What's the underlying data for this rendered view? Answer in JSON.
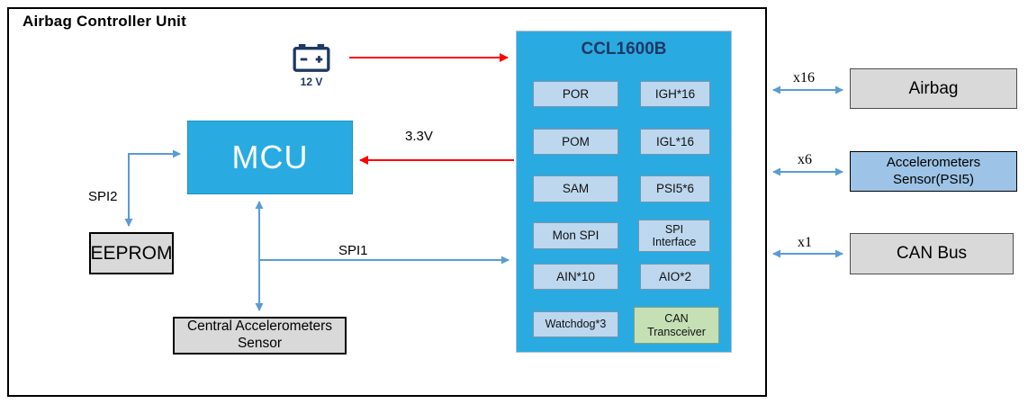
{
  "title": "Airbag Controller Unit",
  "battery": {
    "icon": "battery-icon",
    "label": "12 V"
  },
  "mcu": {
    "label": "MCU"
  },
  "eeprom": {
    "label": "EEPROM"
  },
  "central_sensor": {
    "label": "Central Accelerometers Sensor"
  },
  "ccl": {
    "title": "CCL1600B",
    "blocks": [
      {
        "label": "POR"
      },
      {
        "label": "IGH*16"
      },
      {
        "label": "POM"
      },
      {
        "label": "IGL*16"
      },
      {
        "label": "SAM"
      },
      {
        "label": "PSI5*6"
      },
      {
        "label": "Mon SPI"
      },
      {
        "label": "SPI Interface"
      },
      {
        "label": "AIN*10"
      },
      {
        "label": "AIO*2"
      },
      {
        "label": "Watchdog*3"
      },
      {
        "label": "CAN Transceiver"
      }
    ]
  },
  "wires": {
    "spi2": "SPI2",
    "spi1": "SPI1",
    "v33": "3.3V"
  },
  "external": [
    {
      "count": "x16",
      "label": "Airbag"
    },
    {
      "count": "x6",
      "label": "Accelerometers Sensor(PSI5)"
    },
    {
      "count": "x1",
      "label": "CAN Bus"
    }
  ],
  "colors": {
    "chip_cyan": "#29abe2",
    "inner_blue": "#bdd7ee",
    "can_green": "#c5e0b4",
    "box_gray": "#d9d9d9",
    "accel_blue": "#9dc3e6",
    "arrow_blue": "#5b9bd5",
    "arrow_red": "#ff0000",
    "navy": "#1f3864"
  }
}
